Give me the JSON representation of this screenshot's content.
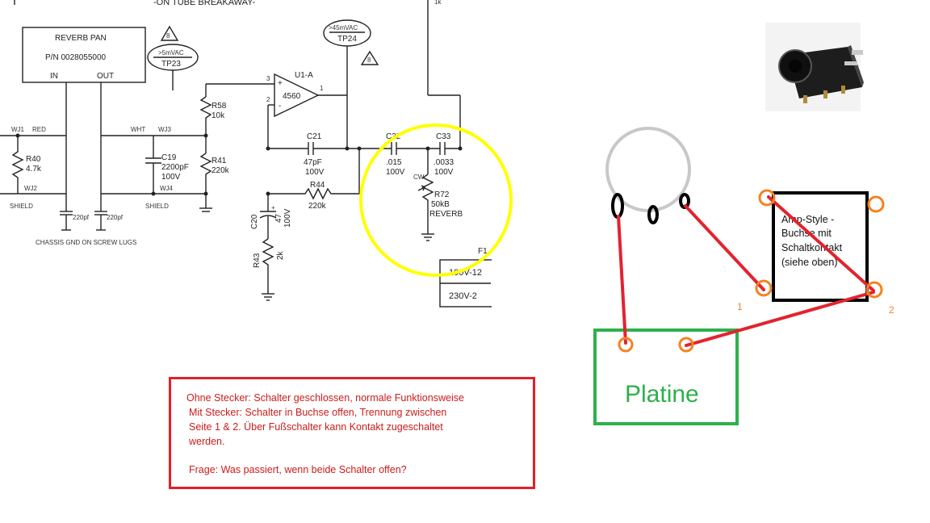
{
  "schematic": {
    "header_text": "-ON TUBE BREAKAWAY-",
    "reverb_pan": {
      "title": "REVERB PAN",
      "part_number": "P/N 0028055000",
      "in_label": "IN",
      "out_label": "OUT"
    },
    "test_point_23": {
      "voltage": ">5mVAC",
      "name": "TP23",
      "warning": "8"
    },
    "test_point_24": {
      "voltage": ">45mVAC",
      "name": "TP24",
      "warning": "8"
    },
    "top_resistor": "1k",
    "wires": {
      "wj1": "WJ1",
      "red": "RED",
      "wht": "WHT",
      "wj3": "WJ3",
      "wj2": "WJ2",
      "wj4": "WJ4",
      "shield_left": "SHIELD",
      "shield_mid": "SHIELD"
    },
    "r40": {
      "name": "R40",
      "value": "4.7k"
    },
    "r58": {
      "name": "R58",
      "value": "10k"
    },
    "r41": {
      "name": "R41",
      "value": "220k"
    },
    "c19": {
      "name": "C19",
      "value": "2200pF",
      "voltage": "100V"
    },
    "caps_220pf": [
      "220pf",
      "220pf"
    ],
    "chassis_note": "CHASSIS GND ON SCREW LUGS",
    "u1a": {
      "name": "U1-A",
      "chip": "4560",
      "pin_plus": "3",
      "pin_minus": "2",
      "pin_out": "1",
      "plus": "+",
      "minus": "-"
    },
    "c21": {
      "name": "C21",
      "value": "47pF",
      "voltage": "100V"
    },
    "r44": {
      "name": "R44",
      "value": "220k"
    },
    "c20": {
      "name": "C20",
      "value": "47",
      "voltage": "100V",
      "polarity": "+"
    },
    "r43": {
      "name": "R43",
      "value": "2k"
    },
    "c32": {
      "name": "C32",
      "value": ".015",
      "voltage": "100V"
    },
    "c33": {
      "name": "C33",
      "value": ".0033",
      "voltage": "100V"
    },
    "r72": {
      "name": "R72",
      "value": "50kB",
      "label": "REVERB",
      "cw": "CW"
    },
    "fuse": {
      "name": "F1",
      "v1": "100V-12",
      "v2": "230V-2"
    }
  },
  "wiring": {
    "board_label": "Platine",
    "jack_label_lines": [
      "Amp-Style -",
      "Buchse mit",
      "Schaltkontakt",
      "(siehe oben)"
    ],
    "pin1": "1",
    "pin2": "2"
  },
  "note": {
    "line1": "Ohne Stecker: Schalter geschlossen, normale Funktionsweise",
    "line2": "Mit Stecker: Schalter in Buchse offen,  Trennung zwischen",
    "line3": "Seite 1 & 2. Über Fußschalter kann Kontakt zugeschaltet",
    "line4": "werden.",
    "question": "Frage: Was passiert, wenn beide Schalter offen?"
  },
  "colors": {
    "highlight_circle": "#ffff00",
    "wire_red": "#e2232f",
    "board_green": "#2eb04a",
    "pin_orange": "#f58220",
    "note_border": "#e0202c",
    "note_text": "#cc1b1b"
  }
}
